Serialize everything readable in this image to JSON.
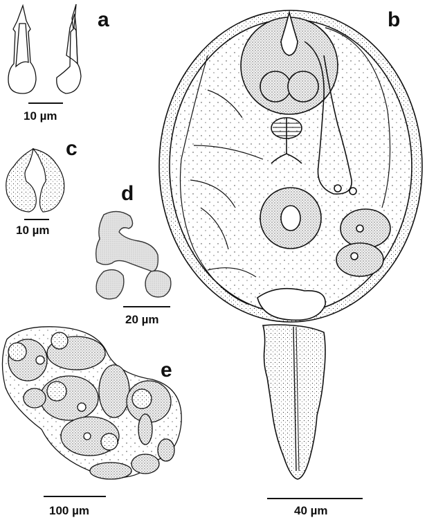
{
  "figure": {
    "panels": [
      {
        "id": "a",
        "label": "a",
        "description": "Two hooks (lateral views)",
        "scale": "10 µm"
      },
      {
        "id": "b",
        "label": "b",
        "description": "Whole organism with stippled oval body and tapering posterior appendage",
        "scale": "40 µm"
      },
      {
        "id": "c",
        "label": "c",
        "description": "Paired bilobed stippled structure",
        "scale": "10 µm"
      },
      {
        "id": "d",
        "label": "d",
        "description": "Irregular lobed granular mass",
        "scale": "20 µm"
      },
      {
        "id": "e",
        "label": "e",
        "description": "Cluster of stippled oval cells/cysts",
        "scale": "100 µm"
      }
    ],
    "colors": {
      "ink": "#111111",
      "background": "#ffffff",
      "stipple_fill": "#e6e6e6"
    }
  }
}
